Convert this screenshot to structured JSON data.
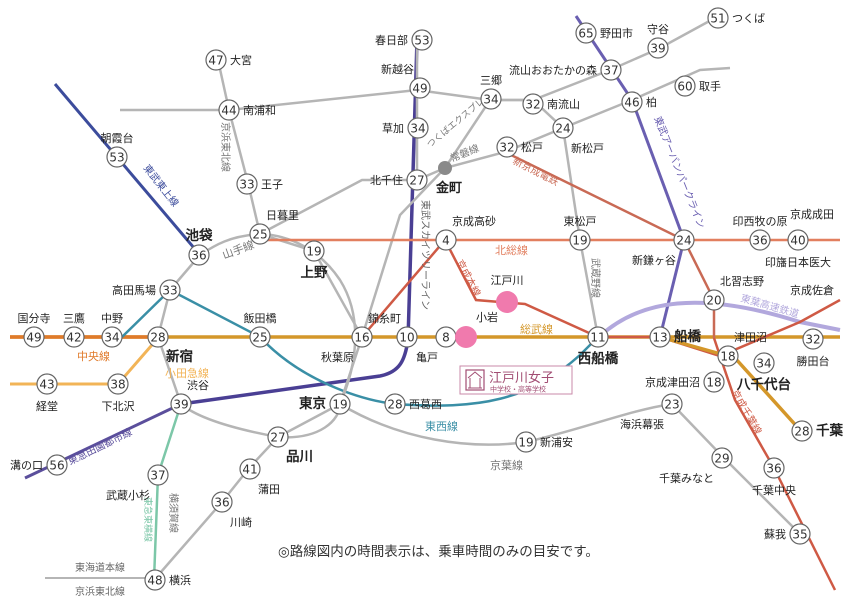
{
  "note": "◎路線図内の時間表示は、乗車時間のみの目安です。",
  "school": {
    "name": "江戸川女子",
    "sub": "中学校・高等学校"
  },
  "stations": [
    {
      "id": "kasukabe",
      "label": "春日部",
      "time": "53"
    },
    {
      "id": "shinkoshigaya",
      "label": "新越谷",
      "time": "49"
    },
    {
      "id": "soka",
      "label": "草加",
      "time": "34"
    },
    {
      "id": "kitasenju",
      "label": "北千住",
      "time": "27"
    },
    {
      "id": "misato",
      "label": "三郷",
      "time": "34"
    },
    {
      "id": "nagareyama",
      "label": "流山おおたかの森",
      "time": "37"
    },
    {
      "id": "minaminagareyama",
      "label": "南流山",
      "time": "32"
    },
    {
      "id": "shinmatsudo",
      "label": "新松戸",
      "time": "24"
    },
    {
      "id": "matsudo",
      "label": "松戸",
      "time": "32"
    },
    {
      "id": "noda",
      "label": "野田市",
      "time": "65"
    },
    {
      "id": "moriya",
      "label": "守谷",
      "time": "39"
    },
    {
      "id": "tsukuba",
      "label": "つくば",
      "time": "51"
    },
    {
      "id": "kashiwa",
      "label": "柏",
      "time": "46"
    },
    {
      "id": "toride",
      "label": "取手",
      "time": "60"
    },
    {
      "id": "omiya",
      "label": "大宮",
      "time": "47"
    },
    {
      "id": "minamiurawa",
      "label": "南浦和",
      "time": "44"
    },
    {
      "id": "oji",
      "label": "王子",
      "time": "33"
    },
    {
      "id": "asakadai",
      "label": "朝霞台",
      "time": "53"
    },
    {
      "id": "nippori",
      "label": "日暮里",
      "time": "25"
    },
    {
      "id": "ikebukuro",
      "label": "池袋",
      "time": "36"
    },
    {
      "id": "ueno",
      "label": "上野",
      "time": "19"
    },
    {
      "id": "keiseitakasago",
      "label": "京成高砂",
      "time": "4"
    },
    {
      "id": "higashimatsudo",
      "label": "東松戸",
      "time": "19"
    },
    {
      "id": "shinkamagaya",
      "label": "新鎌ヶ谷",
      "time": "24"
    },
    {
      "id": "inzaimakinohara",
      "label": "印西牧の原",
      "time": "36"
    },
    {
      "id": "inbanihonidai",
      "label": "印旛日本医大",
      "time": "40"
    },
    {
      "id": "takadanobaba",
      "label": "高田馬場",
      "time": "33"
    },
    {
      "id": "kokubunji",
      "label": "国分寺",
      "time": "49"
    },
    {
      "id": "mitaka",
      "label": "三鷹",
      "time": "42"
    },
    {
      "id": "nakano",
      "label": "中野",
      "time": "34"
    },
    {
      "id": "shinjuku",
      "label": "新宿",
      "time": "28"
    },
    {
      "id": "iidabashi",
      "label": "飯田橋",
      "time": "25"
    },
    {
      "id": "akihabara",
      "label": "秋葉原",
      "time": "16"
    },
    {
      "id": "kinshicho",
      "label": "錦糸町",
      "time": "10"
    },
    {
      "id": "kameido",
      "label": "亀戸",
      "time": "8"
    },
    {
      "id": "nishifunabashi",
      "label": "西船橋",
      "time": "11"
    },
    {
      "id": "funabashi",
      "label": "船橋",
      "time": "13"
    },
    {
      "id": "kitanarashino",
      "label": "北習志野",
      "time": "20"
    },
    {
      "id": "tsudanuma",
      "label": "津田沼",
      "time": "18"
    },
    {
      "id": "keiseitsudanuma",
      "label": "京成津田沼",
      "time": "18"
    },
    {
      "id": "yachiyodai",
      "label": "八千代台",
      "time": "34"
    },
    {
      "id": "katsutadai",
      "label": "勝田台",
      "time": "32"
    },
    {
      "id": "chiba",
      "label": "千葉",
      "time": "28"
    },
    {
      "id": "kyodo",
      "label": "経堂",
      "time": "43"
    },
    {
      "id": "shimokitazawa",
      "label": "下北沢",
      "time": "38"
    },
    {
      "id": "shibuya",
      "label": "渋谷",
      "time": "39"
    },
    {
      "id": "tokyo",
      "label": "東京",
      "time": "19"
    },
    {
      "id": "shinkasai",
      "label": "西葛西",
      "time": "28"
    },
    {
      "id": "shinagawa",
      "label": "品川",
      "time": "27"
    },
    {
      "id": "kaihinmakuhari",
      "label": "海浜幕張",
      "time": "23"
    },
    {
      "id": "shinurayasu",
      "label": "新浦安",
      "time": "19"
    },
    {
      "id": "mizonokuchi",
      "label": "溝の口",
      "time": "56"
    },
    {
      "id": "musashikosugi",
      "label": "武蔵小杉",
      "time": "37"
    },
    {
      "id": "kamata",
      "label": "蒲田",
      "time": "41"
    },
    {
      "id": "kawasaki",
      "label": "川崎",
      "time": "36"
    },
    {
      "id": "yokohama",
      "label": "横浜",
      "time": "48"
    },
    {
      "id": "chibaminato",
      "label": "千葉みなと",
      "time": "29"
    },
    {
      "id": "chibachuo",
      "label": "千葉中央",
      "time": "36"
    },
    {
      "id": "soga",
      "label": "蘇我",
      "time": "35"
    }
  ],
  "places": {
    "kanamachi": "金町",
    "edogawa": "江戸川",
    "koiwa": "小岩",
    "keiseinarita": "京成成田",
    "keiseisakura": "京成佐倉"
  },
  "lines": {
    "chuo": "中央線",
    "odakyu": "小田急線",
    "sobu": "総武線",
    "tozai": "東西線",
    "keiyo": "京葉線",
    "yamanote": "山手線",
    "hokuso": "北総線",
    "musashino": "武蔵野線",
    "joban": "常磐線",
    "tsukubaex": "つくばエクスプレス",
    "skytree": "東武スカイツリーライン",
    "keiseinarita": "京成本線",
    "shinkeisei": "新京成電鉄",
    "keihintohoku": "京浜東北線",
    "tojo": "東武東上線",
    "urbanpark": "東武アーバンパークライン",
    "toyo": "東葉高速鉄道",
    "keiseichiba": "京成千葉線",
    "denentoshi": "東急田園都市線",
    "toyoko": "東急東横線",
    "yokosuka": "横須賀線",
    "tokaido": "東海道本線",
    "keihintohoku2": "京浜東北線"
  },
  "colors": {
    "sobu": "#d4972a",
    "chuo": "#e07a2a",
    "odakyu": "#f2b457",
    "grey": "#b5b5b5",
    "keisei": "#cf5a45",
    "shinkeisei": "#c96a55",
    "hokuso": "#e27f5f",
    "tozai": "#3a8fa6",
    "tojo": "#3c4c9c",
    "urbanpark": "#6a5fb1",
    "skytree": "#4a3f94",
    "toyo": "#b2a8dd",
    "toyoko": "#7cc7a8",
    "dentoshi": "#5b4f9c",
    "koiwa": "#f07aad",
    "school": "#a24d73"
  }
}
